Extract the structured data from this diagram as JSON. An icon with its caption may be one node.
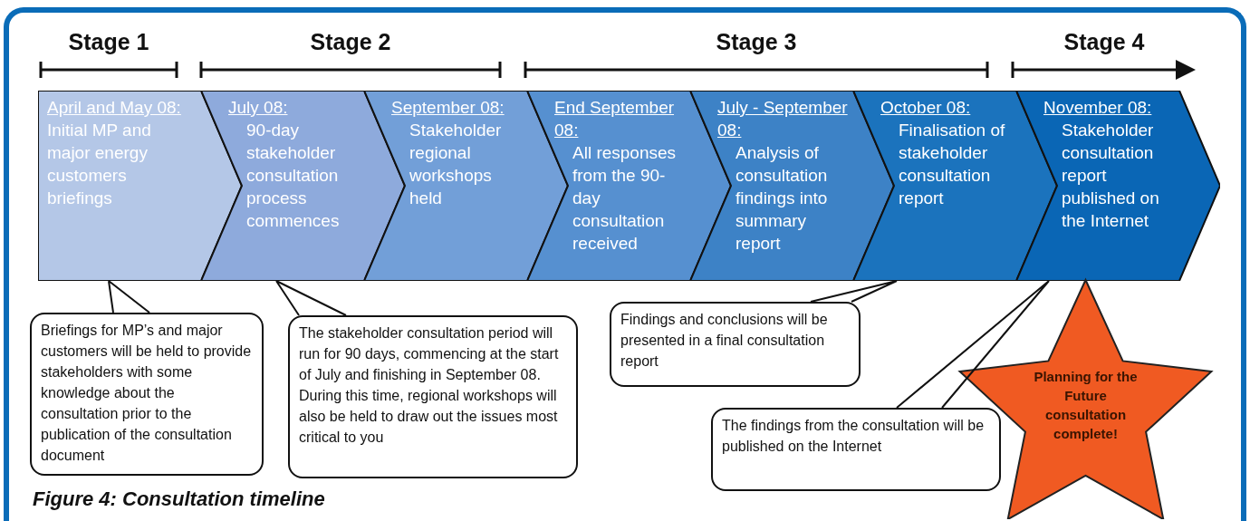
{
  "diagram": {
    "caption": "Figure 4: Consultation timeline",
    "nodes": [
      {
        "text": [
          "April and May 08:",
          "Initial MP and major energy customers briefings"
        ]
      },
      {
        "text": [
          "July 08:",
          "90-day stakeholder consultation process commences"
        ]
      },
      {
        "text": [
          "September 08:",
          "Stakeholder regional workshops held"
        ]
      },
      {
        "text": [
          "End September 08:",
          "All responses from the 90-day consultation received"
        ]
      },
      {
        "text": [
          "July - September 08:",
          "Analysis of consultation findings into summary report"
        ]
      },
      {
        "text": [
          "October 08:",
          "Finalisation of stakeholder consultation report"
        ]
      },
      {
        "text": [
          "November 08:",
          "Stakeholder consultation report published on the Internet"
        ]
      },
      {
        "text": [
          "Briefings for MP’s and major customers will be held to provide stakeholders with some knowledge about the consultation prior to the publication of the consultation document"
        ]
      },
      {
        "text": [
          "The stakeholder consultation period will run for 90 days, commencing at the start of July and finishing in September 08. During this time, regional workshops will also be held to draw out the issues most critical to you"
        ]
      },
      {
        "text": [
          "Findings and conclusions will be presented in a final consultation report"
        ]
      },
      {
        "text": [
          "The findings from the consultation will be published on the Internet"
        ]
      },
      {
        "text": [
          "Planning for the Future consultation complete!"
        ]
      }
    ],
    "edges": [
      {
        "from": 7,
        "to": 0,
        "arrow": "none"
      },
      {
        "from": 8,
        "to": 1,
        "arrow": "none"
      },
      {
        "from": 9,
        "to": 5,
        "arrow": "none"
      },
      {
        "from": 10,
        "to": 6,
        "arrow": "none"
      }
    ],
    "labels": [
      "Stage 1",
      "Stage 2",
      "Stage 3",
      "Stage 4"
    ]
  }
}
